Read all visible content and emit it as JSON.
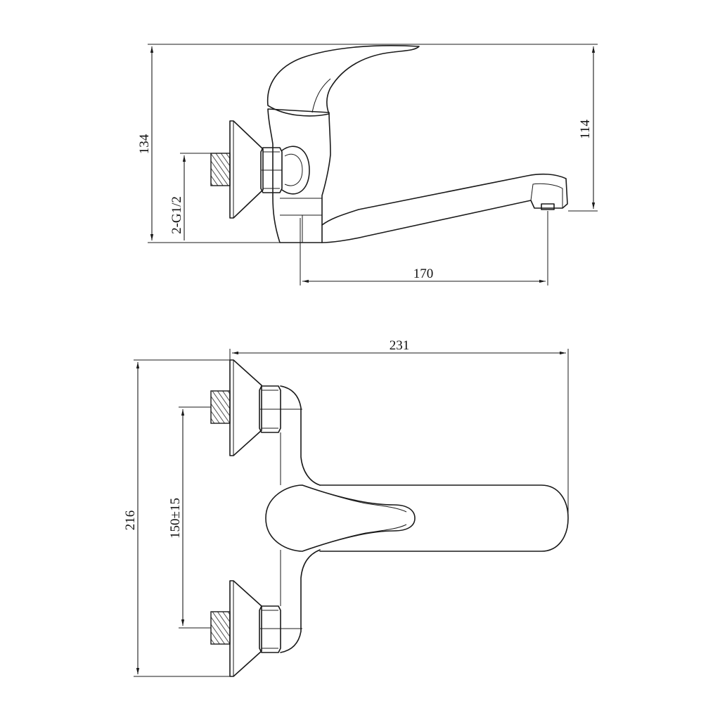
{
  "drawing": {
    "side_view": {
      "height_overall": "134",
      "height_spout": "114",
      "spout_reach": "170",
      "thread_callout": "2-G1/2"
    },
    "top_view": {
      "overall_length": "231",
      "overall_width": "216",
      "inlet_spacing": "150±15"
    }
  }
}
